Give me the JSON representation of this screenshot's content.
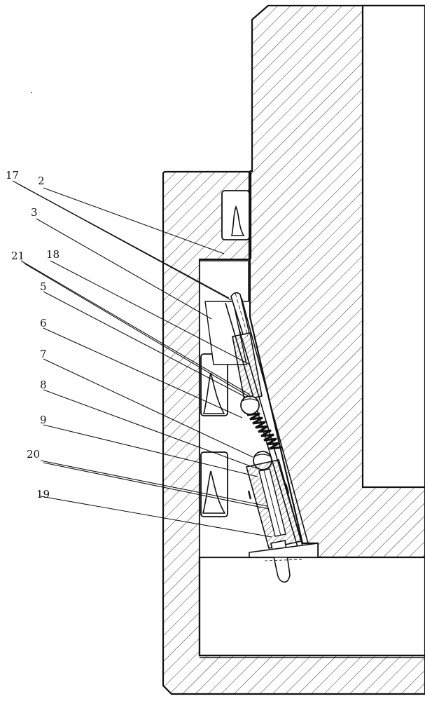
{
  "labels": [
    "17",
    "2",
    "3",
    "21",
    "18",
    "5",
    "6",
    "7",
    "8",
    "9",
    "20",
    "19"
  ]
}
